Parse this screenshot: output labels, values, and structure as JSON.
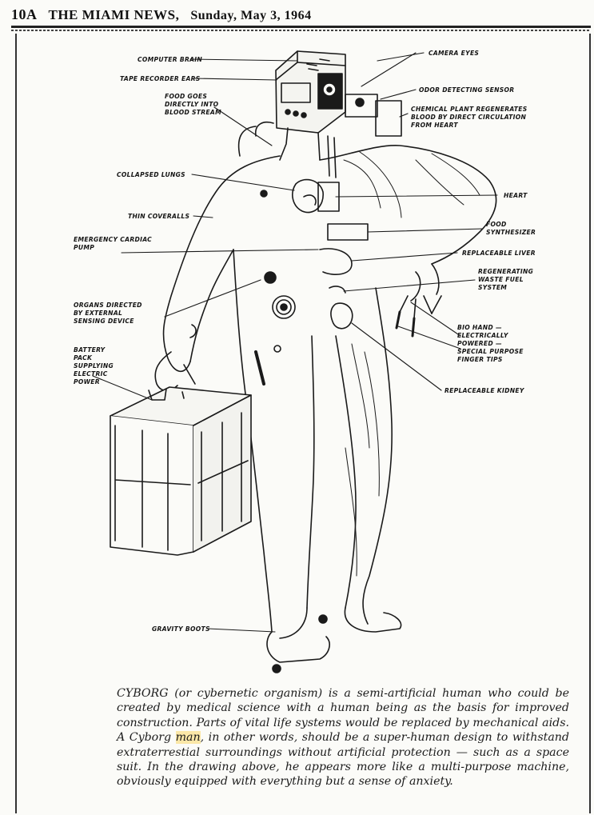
{
  "masthead": {
    "page_number": "10A",
    "paper_name": "THE MIAMI NEWS,",
    "date": "Sunday, May 3, 1964"
  },
  "labels": {
    "computer_brain": "COMPUTER BRAIN",
    "tape_recorder_ears": "TAPE RECORDER EARS",
    "food_goes_1": "FOOD GOES",
    "food_goes_2": "DIRECTLY INTO",
    "food_goes_3": "BLOOD STREAM",
    "camera_eyes": "CAMERA EYES",
    "odor_sensor": "ODOR DETECTING SENSOR",
    "chemical_1": "CHEMICAL PLANT REGENERATES",
    "chemical_2": "BLOOD BY DIRECT CIRCULATION",
    "chemical_3": "FROM HEART",
    "collapsed_lungs": "COLLAPSED LUNGS",
    "heart": "HEART",
    "thin_coveralls": "THIN COVERALLS",
    "food_synth_1": "FOOD",
    "food_synth_2": "SYNTHESIZER",
    "cardiac_1": "EMERGENCY CARDIAC",
    "cardiac_2": "PUMP",
    "replaceable_liver": "REPLACEABLE LIVER",
    "waste_1": "REGENERATING",
    "waste_2": "WASTE FUEL",
    "waste_3": "SYSTEM",
    "organs_1": "ORGANS DIRECTED",
    "organs_2": "BY EXTERNAL",
    "organs_3": "SENSING DEVICE",
    "bio_hand_1": "BIO HAND —",
    "bio_hand_2": "ELECTRICALLY",
    "bio_hand_3": "POWERED —",
    "bio_hand_4": "SPECIAL PURPOSE",
    "bio_hand_5": "FINGER TIPS",
    "battery_1": "BATTERY",
    "battery_2": "PACK",
    "battery_3": "SUPPLYING",
    "battery_4": "ELECTRIC",
    "battery_5": "POWER",
    "replaceable_kidney": "REPLACEABLE KIDNEY",
    "gravity_boots": "GRAVITY BOOTS"
  },
  "caption": {
    "part1": "CYBORG (or cybernetic organism) is a semi-artificial human who could be created by medical science with a human being as the basis for improved construction. Parts of vital life systems would be replaced by mechanical aids. A Cyborg ",
    "highlight": "man",
    "part2": ", in other words, should be a super-human design to withstand extraterrestial surroundings without artificial protection — such as a space suit. In the drawing above, he appears more like a multi-purpose machine, obviously equipped with everything but a sense of anxiety."
  },
  "colors": {
    "ink": "#1a1a1a",
    "paper": "#fbfbf8",
    "highlight": "#fbe7a8"
  }
}
